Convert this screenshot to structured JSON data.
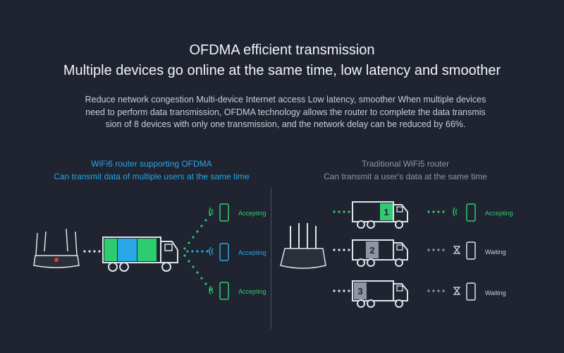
{
  "heading": {
    "line1": "OFDMA efficient transmission",
    "line2": "Multiple devices go online at the same time, low latency and smoother"
  },
  "description": [
    "Reduce network congestion Multi-device Internet access Low latency, smoother When multiple devices",
    "need to perform data transmission, OFDMA technology allows the router to complete the data transmis",
    "sion of 8 devices with only one transmission, and the network delay can be reduced by 66%."
  ],
  "wifi6": {
    "title": "WiFi6 router supporting OFDMA",
    "subtitle": "Can transmit data of multiple users at the same time",
    "devices": [
      {
        "status": "Accepting",
        "color": "#2ecc71"
      },
      {
        "status": "Accepting",
        "color": "#29a6e6"
      },
      {
        "status": "Accepting",
        "color": "#2ecc71"
      }
    ],
    "cargo_colors": [
      "#2ecc71",
      "#29a6e6",
      "#2ecc71"
    ]
  },
  "wifi5": {
    "title": "Traditional WiFi5 router",
    "subtitle": "Can transmit a user's data at the same time",
    "trucks": [
      {
        "number": "1",
        "status": "Accepting",
        "active": true
      },
      {
        "number": "2",
        "status": "Waiting",
        "active": false
      },
      {
        "number": "3",
        "status": "Waiting",
        "active": false
      }
    ]
  },
  "colors": {
    "background": "#1f2430",
    "green": "#2ecc71",
    "blue": "#29a6e6",
    "gray": "#8f96a3"
  }
}
